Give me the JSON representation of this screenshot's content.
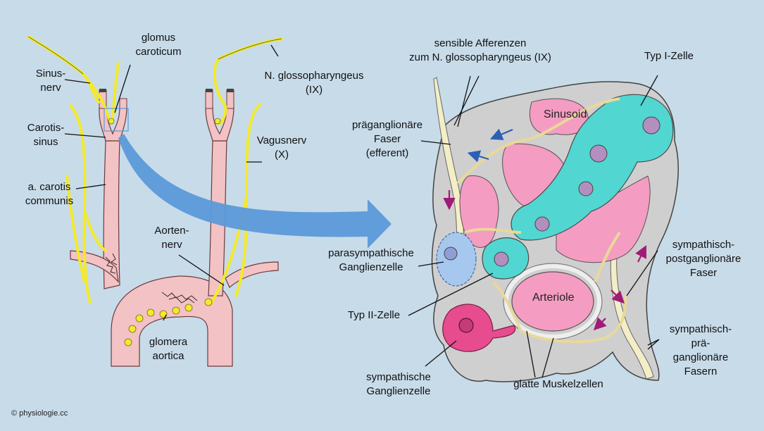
{
  "diagram": {
    "labels": {
      "glomus_caroticum": "glomus\ncaroticum",
      "sinusnerv": "Sinus-\nnerv",
      "carotissinus": "Carotis-\nsinus",
      "a_carotis_communis": "a. carotis\ncommunis",
      "n_glossopharyngeus": "N. glossopharyngeus\n(IX)",
      "vagusnerv": "Vagusnerv\n(X)",
      "aortennerv": "Aorten-\nnerv",
      "glomera_aortica": "glomera\naortica",
      "sensible_afferenzen": "sensible Afferenzen\nzum N. glossopharyngeus (IX)",
      "typ_i_zelle": "Typ I-Zelle",
      "praeganglionaere_faser": "präganglionäre\nFaser\n(efferent)",
      "sinusoid": "Sinusoid",
      "parasympathische_ganglienzelle": "parasympathische\nGanglienzelle",
      "typ_ii_zelle": "Typ II-Zelle",
      "arteriole": "Arteriole",
      "sympathisch_postganglionaere": "sympathisch-\npostganglionäre\nFaser",
      "sympathisch_praeganglionaere": "sympathisch-\nprä-\nganglionäre\nFasern",
      "sympathische_ganglienzelle": "sympathische\nGanglienzelle",
      "glatte_muskelzellen": "glatte Muskelzellen"
    },
    "copyright": "© physiologie.cc",
    "colors": {
      "background": "#c8dbe9",
      "vessel": "#f2c2c4",
      "nerve": "#f2ea2a",
      "big_arrow": "#5c9ad9",
      "tissue": "#cfcfcf",
      "type1_cell": "#52d6d2",
      "sinusoid": "#f59cc2",
      "parasympathetic": "#a6c8ee",
      "sympathetic": "#e64c8e",
      "small_arrow_blue": "#2c5fb5",
      "small_arrow_magenta": "#a01a78"
    }
  }
}
